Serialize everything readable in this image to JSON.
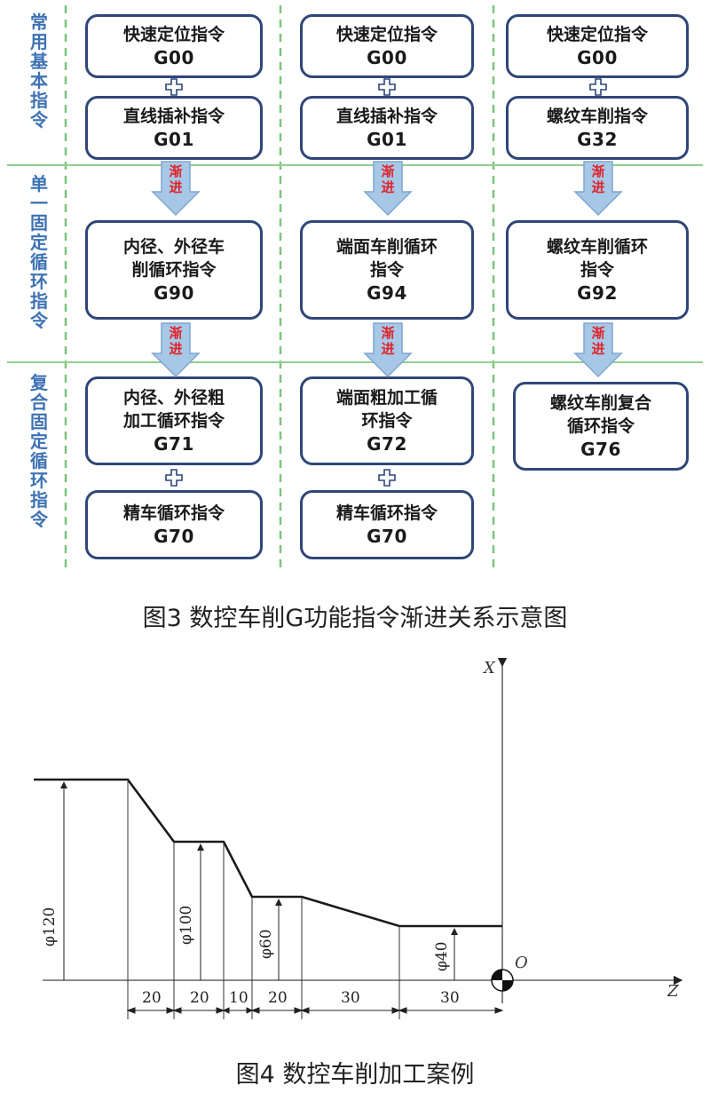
{
  "figure3": {
    "side_labels": {
      "basic": "常用基本指令",
      "single": "单一固定循环指令",
      "compound": "复合固定循环指令"
    },
    "columns": [
      {
        "basic": [
          {
            "line1": "快速定位指令",
            "code": "G00"
          },
          {
            "line1": "直线插补指令",
            "code": "G01"
          }
        ],
        "single": {
          "line1": "内径、外径车",
          "line2": "削循环指令",
          "code": "G90"
        },
        "compound": [
          {
            "line1": "内径、外径粗",
            "line2": "加工循环指令",
            "code": "G71"
          },
          {
            "line1": "精车循环指令",
            "code": "G70"
          }
        ]
      },
      {
        "basic": [
          {
            "line1": "快速定位指令",
            "code": "G00"
          },
          {
            "line1": "直线插补指令",
            "code": "G01"
          }
        ],
        "single": {
          "line1": "端面车削循环",
          "line2": "指令",
          "code": "G94"
        },
        "compound": [
          {
            "line1": "端面粗加工循",
            "line2": "环指令",
            "code": "G72"
          },
          {
            "line1": "精车循环指令",
            "code": "G70"
          }
        ]
      },
      {
        "basic": [
          {
            "line1": "快速定位指令",
            "code": "G00"
          },
          {
            "line1": "螺纹车削指令",
            "code": "G32"
          }
        ],
        "single": {
          "line1": "螺纹车削循环",
          "line2": "指令",
          "code": "G92"
        },
        "compound": [
          {
            "line1": "螺纹车削复合",
            "line2": "循环指令",
            "code": "G76"
          }
        ]
      }
    ],
    "arrow_text": "渐进",
    "caption": "图3  数控车削G功能指令渐进关系示意图",
    "colors": {
      "box_border": "#2f4678",
      "divider_dash": "#7cc47c",
      "divider_line": "#8fd08f",
      "side_text": "#3d72b4",
      "arrow_fill": "#a7c7e7",
      "arrow_text": "#e0242a"
    }
  },
  "figure4": {
    "axis_x": "X",
    "axis_z": "Z",
    "origin": "O",
    "diameters": [
      "φ120",
      "φ100",
      "φ60",
      "φ40"
    ],
    "lengths": [
      "20",
      "20",
      "10",
      "20",
      "30",
      "30"
    ],
    "caption": "图4  数控车削加工案例"
  }
}
